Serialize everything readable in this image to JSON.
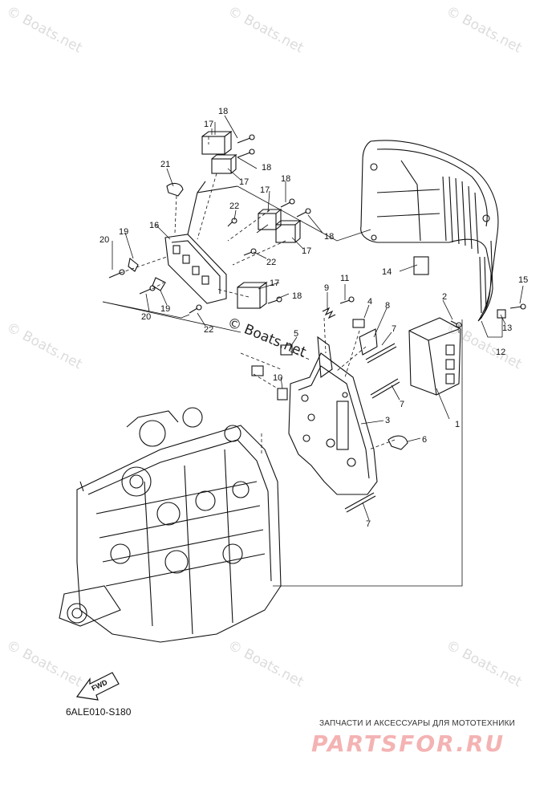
{
  "watermark_text": "© Boats.net",
  "center_watermark": "© Boats.net",
  "diagram_code": "6ALE010-S180",
  "fwd_label": "FWD",
  "footer": {
    "tagline": "ЗАПЧАСТИ И АКСЕССУАРЫ ДЛЯ МОТОТЕХНИКИ",
    "brand": "PARTSFOR.RU",
    "brand_color": "#f4b3b3"
  },
  "callouts": {
    "c1": "1",
    "c2": "2",
    "c3": "3",
    "c4": "4",
    "c5": "5",
    "c6": "6",
    "c7a": "7",
    "c7b": "7",
    "c7c": "7",
    "c8": "8",
    "c9": "9",
    "c10": "10",
    "c11": "11",
    "c12": "12",
    "c13": "13",
    "c14": "14",
    "c15": "15",
    "c16": "16",
    "c17a": "17",
    "c17b": "17",
    "c17c": "17",
    "c17d": "17",
    "c17e": "17",
    "c18a": "18",
    "c18b": "18",
    "c18c": "18",
    "c18d": "18",
    "c18e": "18",
    "c19a": "19",
    "c19b": "19",
    "c20a": "20",
    "c20b": "20",
    "c21": "21",
    "c22a": "22",
    "c22b": "22",
    "c22c": "22"
  }
}
